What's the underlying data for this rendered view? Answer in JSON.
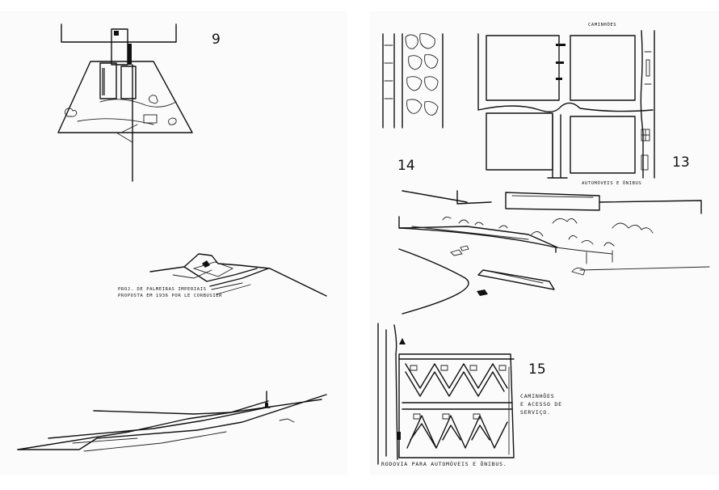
{
  "figures": {
    "fig9": {
      "number": "9"
    },
    "fig13": {
      "number": "13",
      "label_top": "CAMINHÕES",
      "label_bottom": "AUTOMÓVEIS E ÔNIBUS"
    },
    "fig14": {
      "number": "14"
    },
    "fig15": {
      "number": "15",
      "label_side_1": "CAMINHÕES",
      "label_side_2": "E ACESSO DE",
      "label_side_3": "SERVIÇO.",
      "label_bottom": "RODOVIA PARA AUTOMÓVEIS E ÔNIBUS."
    },
    "sketch_palmeiras": {
      "caption_1": "PROJ. DE PALMEIRAS IMPERIAIS",
      "caption_2": "PROPOSTA EM 1936 POR LE CORBUSIER"
    }
  }
}
